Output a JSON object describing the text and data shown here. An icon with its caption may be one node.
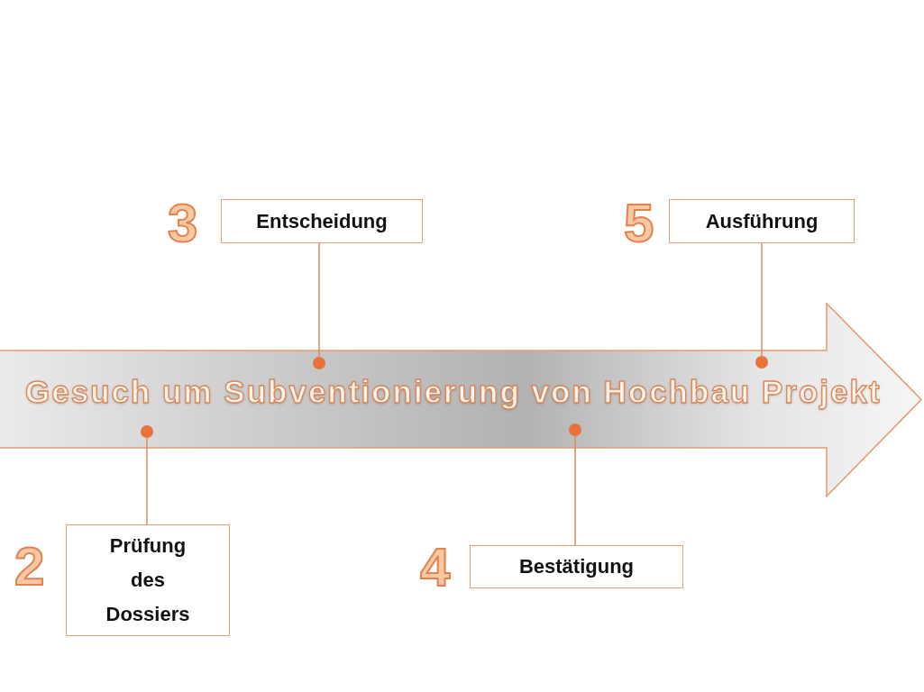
{
  "diagram": {
    "nodes": [
      {
        "text": [
          "Entscheidung"
        ],
        "beside": [
          "3"
        ]
      },
      {
        "text": [
          "Ausführung"
        ],
        "beside": [
          "5"
        ]
      },
      {
        "text": [
          "Gesuch um Subventionierung von Hochbau Projekt"
        ]
      },
      {
        "text": [],
        "shape": "circle",
        "in": 2
      },
      {
        "text": [],
        "shape": "circle",
        "in": 2
      },
      {
        "text": [],
        "shape": "circle",
        "in": 2
      },
      {
        "text": [],
        "shape": "circle",
        "in": 2
      },
      {
        "text": [
          "Prüfung des Dossiers"
        ],
        "beside": [
          "2"
        ]
      },
      {
        "text": [
          "Bestätigung"
        ],
        "beside": [
          "4"
        ]
      }
    ],
    "edges": [
      {
        "from": 0,
        "to": 4,
        "arrow": "none"
      },
      {
        "from": 1,
        "to": 6,
        "arrow": "none"
      },
      {
        "from": 7,
        "to": 3,
        "arrow": "none"
      },
      {
        "from": 8,
        "to": 5,
        "arrow": "none"
      }
    ]
  }
}
